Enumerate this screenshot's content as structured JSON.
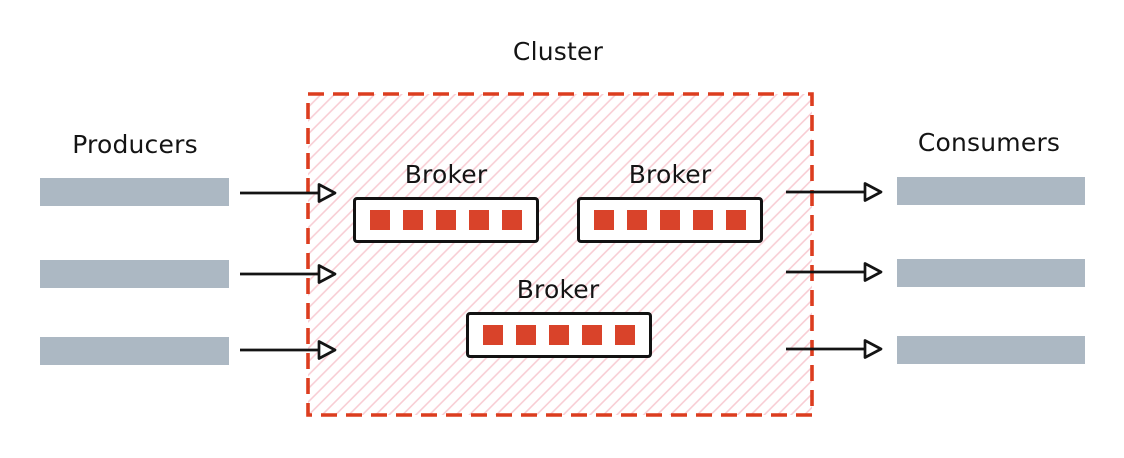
{
  "diagram": {
    "title": "Cluster",
    "producers": {
      "label": "Producers",
      "instance_count": 3
    },
    "consumers": {
      "label": "Consumers",
      "instance_count": 3
    },
    "cluster": {
      "brokers": [
        {
          "label": "Broker",
          "partitions": 5
        },
        {
          "label": "Broker",
          "partitions": 5
        },
        {
          "label": "Broker",
          "partitions": 5
        }
      ]
    },
    "arrows": {
      "producer_to_cluster": 3,
      "cluster_to_consumer": 3
    },
    "colors": {
      "cluster_border": "#dc3d1f",
      "cluster_hatch": "#f8cdd4",
      "partition_red": "#d9432a",
      "bar_gray": "#acb8c3",
      "line_black": "#141414",
      "background": "#ffffff"
    }
  }
}
